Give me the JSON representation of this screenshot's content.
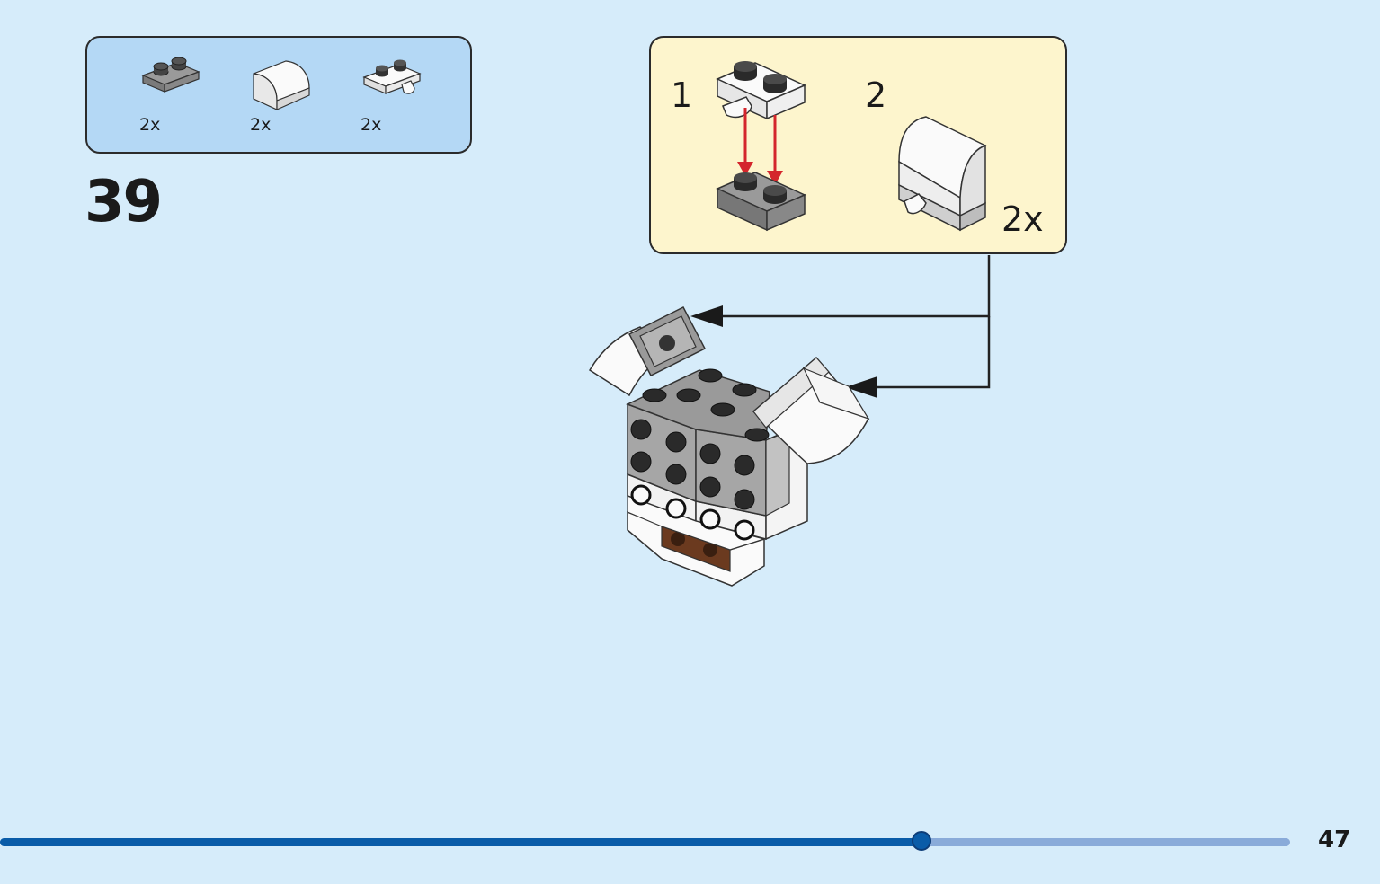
{
  "step": {
    "number": "39"
  },
  "parts_list": [
    {
      "icon": "gray-plate-1x2-icon",
      "qty": "2x"
    },
    {
      "icon": "white-curved-slope-icon",
      "qty": "2x"
    },
    {
      "icon": "white-plate-clip-icon",
      "qty": "2x"
    }
  ],
  "sub_assembly": {
    "steps": [
      "1",
      "2"
    ],
    "multiplier": "2x"
  },
  "progress": {
    "fraction": 0.714
  },
  "page": {
    "number": "47"
  },
  "colors": {
    "background": "#d6ecfa",
    "parts_box": "#b4d8f5",
    "callout_box": "#fdf5cd",
    "arrow_red": "#d4262c",
    "progress_fill": "#0a5ca8",
    "progress_track": "#8aabd9"
  }
}
